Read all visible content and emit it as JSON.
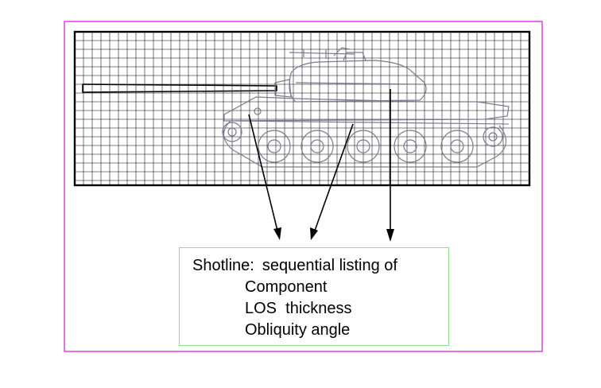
{
  "colors": {
    "outer_frame": "#e040e0",
    "caption_border": "#8de08d",
    "grid_line": "#000000",
    "tank_outline": "#7a7a90",
    "arrow": "#000000"
  },
  "drawing": {
    "subject": "tank side-view outline on grid",
    "callout_arrow_count": 3
  },
  "caption": {
    "heading": "Shotline:",
    "heading_text": "sequential listing of",
    "items": [
      "Component",
      "LOS  thickness",
      "Obliquity angle"
    ]
  }
}
